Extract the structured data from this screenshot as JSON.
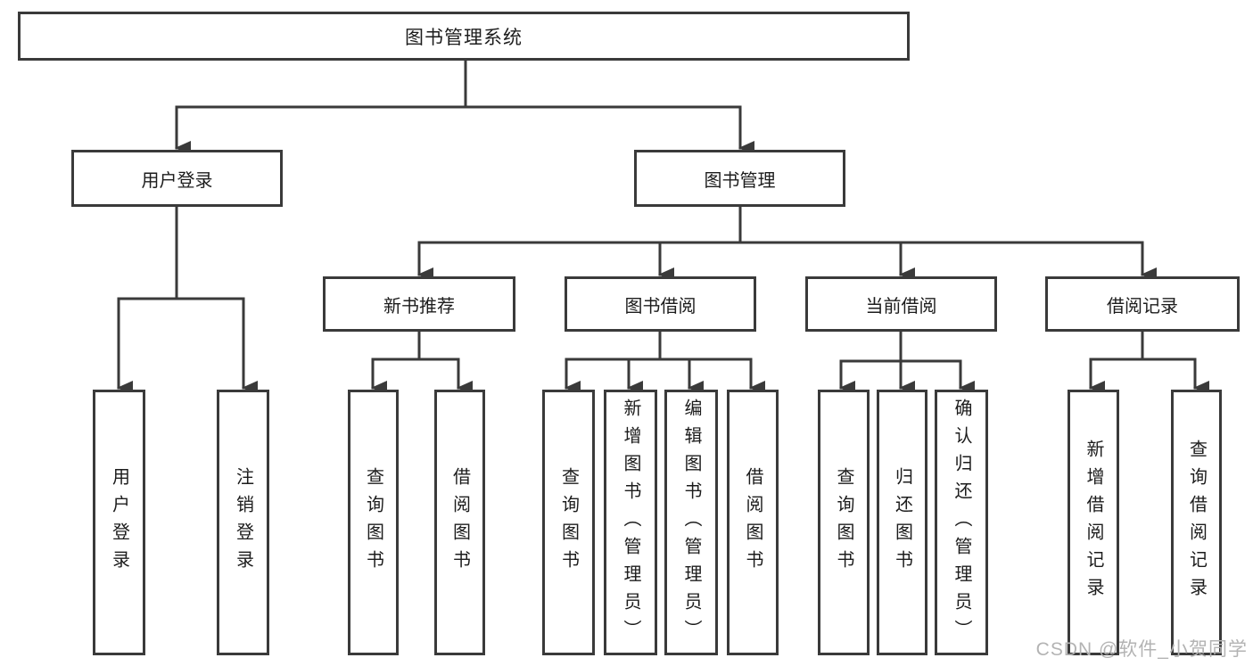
{
  "diagram_title": "图书管理系统",
  "colors": {
    "line": "#3a3a3a",
    "text": "#1c1c1c",
    "watermark": "#b3b3b3",
    "background": "#ffffff"
  },
  "tree": {
    "root": {
      "label": "图书管理系统",
      "children": [
        {
          "label": "用户登录",
          "children": [
            {
              "label": "用户登录"
            },
            {
              "label": "注销登录"
            }
          ]
        },
        {
          "label": "图书管理",
          "children": [
            {
              "label": "新书推荐",
              "children": [
                {
                  "label": "查询图书"
                },
                {
                  "label": "借阅图书"
                }
              ]
            },
            {
              "label": "图书借阅",
              "children": [
                {
                  "label": "查询图书"
                },
                {
                  "label": "新增图书（管理员）"
                },
                {
                  "label": "编辑图书（管理员）"
                },
                {
                  "label": "借阅图书"
                }
              ]
            },
            {
              "label": "当前借阅",
              "children": [
                {
                  "label": "查询图书"
                },
                {
                  "label": "归还图书"
                },
                {
                  "label": "确认归还（管理员）"
                }
              ]
            },
            {
              "label": "借阅记录",
              "children": [
                {
                  "label": "新增借阅记录"
                },
                {
                  "label": "查询借阅记录"
                }
              ]
            }
          ]
        }
      ]
    }
  },
  "watermark": {
    "text": "CSDN @软件_小贺同学"
  }
}
